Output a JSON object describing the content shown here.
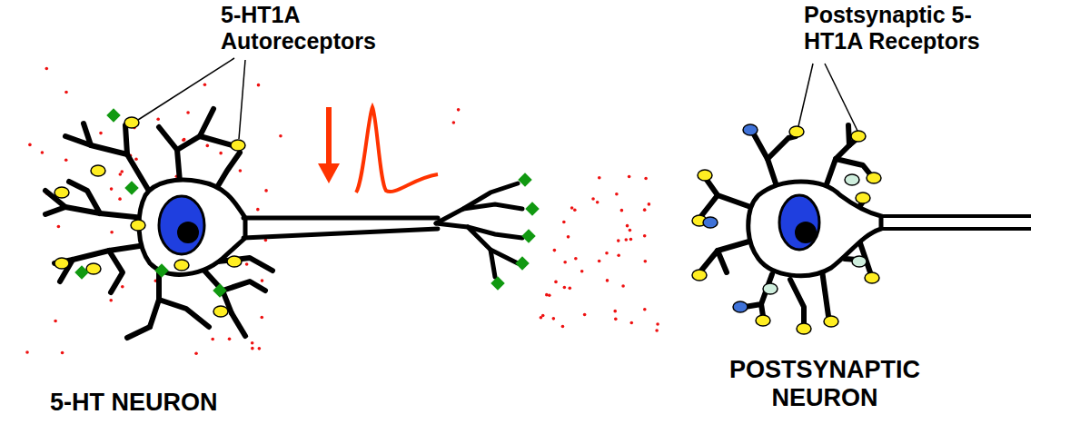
{
  "diagram": {
    "labels": [
      "5-HT1A Autoreceptors",
      "Postsynaptic 5-HT1A Receptors",
      "5-HT NEURON",
      "POSTSYNAPTIC NEURON"
    ]
  }
}
